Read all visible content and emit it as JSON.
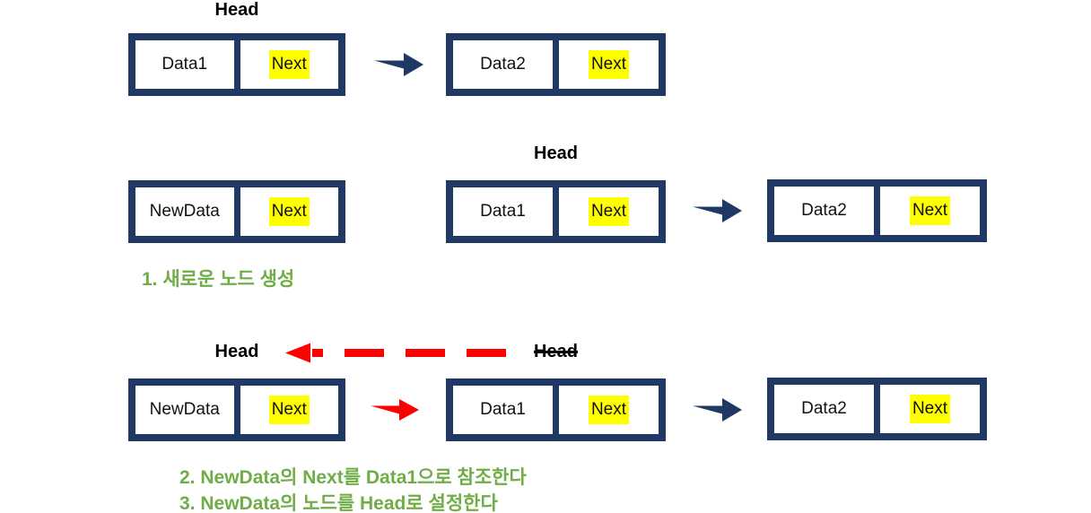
{
  "colors": {
    "navy": "#1F3864",
    "red": "#FF0000",
    "yellow": "#FFFF00",
    "green": "#70AD47",
    "background": "#FFFFFF"
  },
  "rows": {
    "initial": {
      "head_label": "Head",
      "node1": {
        "data": "Data1",
        "next": "Next"
      },
      "node2": {
        "data": "Data2",
        "next": "Next"
      }
    },
    "step1": {
      "new_node": {
        "data": "NewData",
        "next": "Next"
      },
      "head_label": "Head",
      "node1": {
        "data": "Data1",
        "next": "Next"
      },
      "node2": {
        "data": "Data2",
        "next": "Next"
      },
      "caption": "1. 새로운 노드 생성"
    },
    "step2_3": {
      "new_head_label": "Head",
      "old_head_label": "Head",
      "new_node": {
        "data": "NewData",
        "next": "Next"
      },
      "node1": {
        "data": "Data1",
        "next": "Next"
      },
      "node2": {
        "data": "Data2",
        "next": "Next"
      },
      "captions": [
        "2. NewData의 Next를 Data1으로 참조한다",
        "3. NewData의 노드를 Head로 설정한다"
      ]
    }
  }
}
